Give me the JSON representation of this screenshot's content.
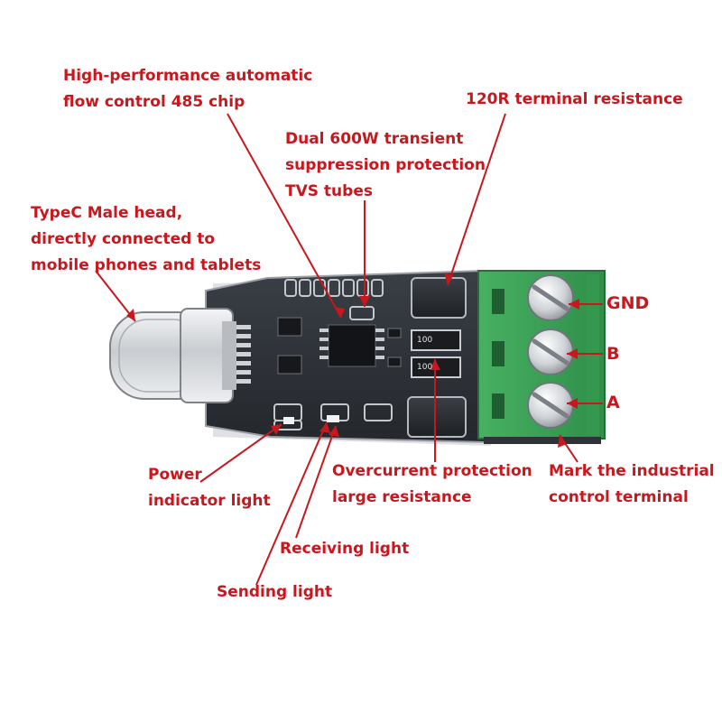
{
  "labels": {
    "chip_485": "High-performance automatic\nflow control 485 chip",
    "terminal_resistance": "120R terminal resistance",
    "tvs": "Dual 600W transient\nsuppression protection\nTVS tubes",
    "typec": "TypeC Male head,\ndirectly connected to\nmobile phones and tablets",
    "gnd": "GND",
    "b": "B",
    "a": "A",
    "power_led": "Power\nindicator light",
    "overcurrent": "Overcurrent protection\nlarge resistance",
    "terminal_mark": "Mark the industrial\ncontrol terminal",
    "rx_led": "Receiving light",
    "tx_led": "Sending light"
  },
  "component_markings": {
    "resistor_top": "100",
    "resistor_bottom": "100"
  },
  "colors": {
    "annotation": "#c8171d",
    "pcb": "#2e3238",
    "terminal_block": "#3fa458",
    "usb_shell": "#dcdfe2"
  }
}
